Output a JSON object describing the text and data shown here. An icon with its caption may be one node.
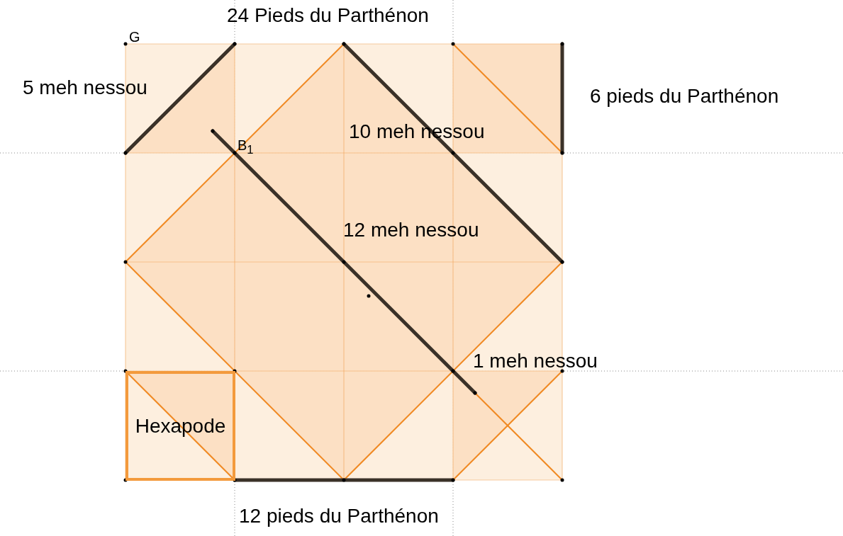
{
  "diagram": {
    "nodes": [
      {
        "text": [
          "Hexapode"
        ]
      }
    ],
    "edges": [],
    "labels": [
      "24 Pieds du Parthénon",
      "G",
      "5 meh nessou",
      "6 pieds du Parthénon",
      "10 meh nessou",
      "B$_{1}$",
      "12 meh nessou",
      "1 meh nessou",
      "12 pieds du Parthénon"
    ]
  }
}
